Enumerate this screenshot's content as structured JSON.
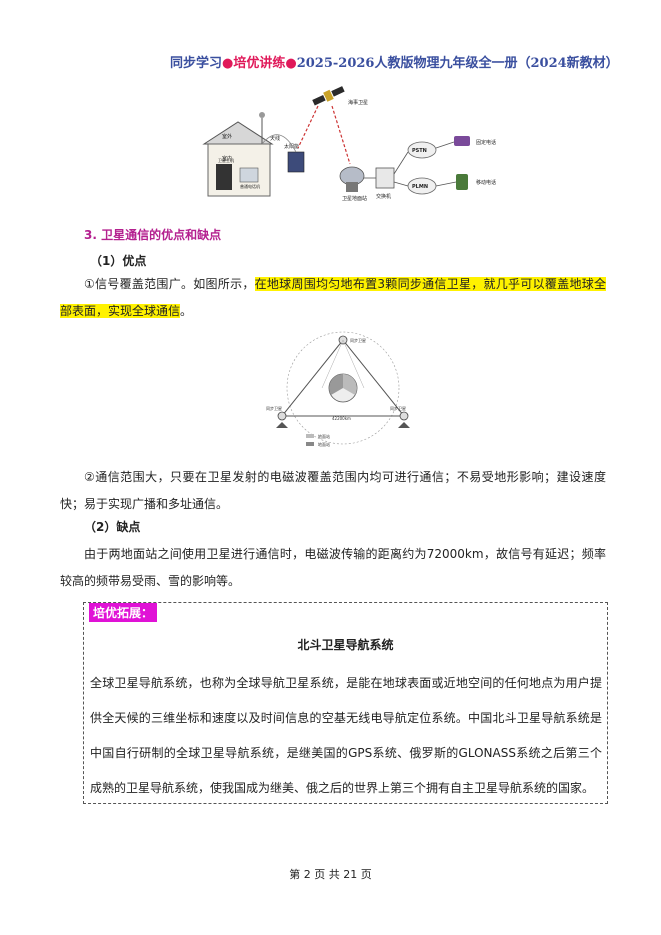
{
  "header": {
    "part1": "同步学习",
    "part2": "培优讲练",
    "part3": "2025-2026人教版物理九年级全一册（2024新教材）"
  },
  "figure1": {
    "labels": [
      "海事卫星",
      "室外",
      "天线",
      "室内",
      "太阳能",
      "卫星电话",
      "卫星地面站",
      "交换机",
      "PSTN",
      "PLMN",
      "固定电话",
      "移动电话"
    ]
  },
  "section": {
    "title": "3. 卫星通信的优点和缺点",
    "adv_heading": "（1）优点",
    "adv1_plain": "①信号覆盖范围广。如图所示，",
    "adv1_highlight": "在地球周围均匀地布置3颗同步通信卫星，就几乎可以覆盖地球全部表面，实现全球通信",
    "adv1_end": "。",
    "adv2": "②通信范围大，只要在卫星发射的电磁波覆盖范围内均可进行通信；不易受地形影响；建设速度快；易于实现广播和多址通信。",
    "dis_heading": "（2）缺点",
    "dis_text": "由于两地面站之间使用卫星进行通信时，电磁波传输的距离约为72000km，故信号有延迟；频率较高的频带易受雨、雪的影响等。"
  },
  "figure2": {
    "labels": [
      "同步卫星",
      "同步卫星",
      "同步卫星",
      "地面站",
      "地面站",
      "地面站",
      "42200km"
    ]
  },
  "extension": {
    "tag": "培优拓展：",
    "title": "北斗卫星导航系统",
    "text": "全球卫星导航系统，也称为全球导航卫星系统，是能在地球表面或近地空间的任何地点为用户提供全天候的三维坐标和速度以及时间信息的空基无线电导航定位系统。中国北斗卫星导航系统是中国自行研制的全球卫星导航系统，是继美国的GPS系统、俄罗斯的GLONASS系统之后第三个成熟的卫星导航系统，使我国成为继美、俄之后的世界上第三个拥有自主卫星导航系统的国家。"
  },
  "footer": {
    "text": "第 2 页 共 21 页"
  }
}
